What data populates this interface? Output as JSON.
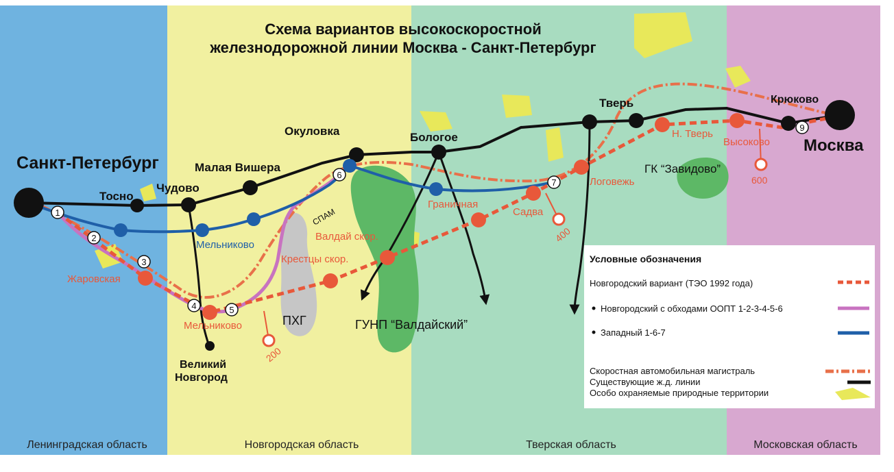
{
  "title": {
    "line1": "Схема вариантов высокоскоростной",
    "line2": "железнодорожной линии Москва - Санкт-Петербург"
  },
  "regions": {
    "leningrad": "Ленинградская область",
    "novgorod": "Новгородская область",
    "tver": "Тверская область",
    "moscow": "Московская область"
  },
  "region_colors": {
    "leningrad": "#6fb3e0",
    "novgorod": "#f1f0a0",
    "tver": "#a8dcc0",
    "moscow": "#d8a8d0"
  },
  "colors": {
    "existing_rail": "#111111",
    "novgorod_variant": "#e8583a",
    "bypass_variant": "#c873c0",
    "western_variant": "#1f5fa8",
    "highway": "#e8704a",
    "protected_area": "#e8e85a",
    "park_green": "#5db866",
    "pkhg_gray": "#c6c6c6"
  },
  "cities": {
    "spb": "Санкт-Петербург",
    "moscow": "Москва",
    "tosno": "Тосно",
    "chudovo": "Чудово",
    "malaya_vishera": "Малая Вишера",
    "okulovka": "Окуловка",
    "bologoe": "Бологое",
    "tver": "Тверь",
    "kryukovo": "Крюково",
    "veliky_novgorod_1": "Великий",
    "veliky_novgorod_2": "Новгород"
  },
  "stations_blue": {
    "melnikovo": "Мельниково"
  },
  "stations_red": {
    "zharovskaya": "Жаровская",
    "melnikovo": "Мельниково",
    "kresttsy": "Крестцы скор.",
    "valday": "Валдай скор.",
    "granichnaya": "Граничная",
    "sadva": "Садва",
    "logovezh": "Логовежь",
    "n_tver": "Н. Тверь",
    "vysokovo": "Высоково"
  },
  "km_markers": {
    "km200": "200",
    "km400": "400",
    "km600": "600"
  },
  "waypoints": [
    "1",
    "2",
    "3",
    "4",
    "5",
    "6",
    "7",
    "9"
  ],
  "labels": {
    "spam": "СПАМ",
    "pkhg": "ПХГ",
    "valday_park": "ГУНП “Валдайский”",
    "zavidovo": "ГК “Завидово”"
  },
  "legend": {
    "title": "Условные обозначения",
    "items": {
      "novgorod": "Новгородский вариант (ТЭО 1992 года)",
      "bypass": "Новгородский с обходами ООПТ 1-2-3-4-5-6",
      "western": "Западный 1-6-7",
      "highway": "Скоростная автомобильная магистраль",
      "existing": "Существующие ж.д. линии",
      "protected": "Особо охраняемые природные территории"
    }
  }
}
